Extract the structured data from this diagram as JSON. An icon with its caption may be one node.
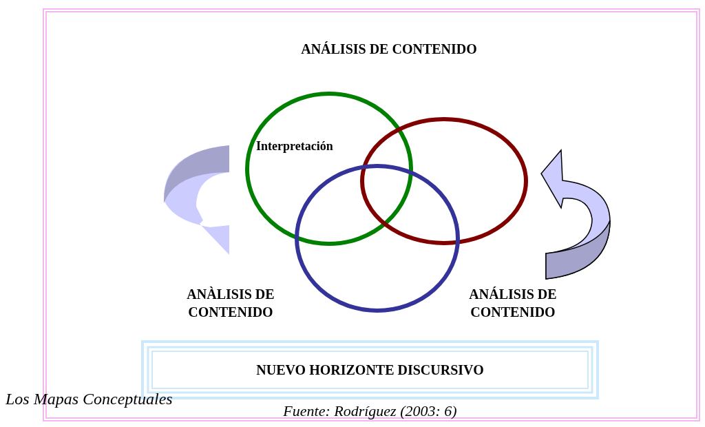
{
  "diagram": {
    "title": "ANÁLISIS DE CONTENIDO",
    "caption": "Fuente: Rodríguez (2003: 6)",
    "nodes": [
      {
        "text": [
          "Interpretación"
        ]
      },
      {
        "text": [],
        "shape": "circle"
      },
      {
        "text": [],
        "shape": "circle"
      },
      {
        "text": [
          "NUEVO HORIZONTE DISCURSIVO"
        ]
      }
    ],
    "edges": [],
    "labels": [
      "ANÀLISIS DE CONTENIDO",
      "ANÁLISIS DE CONTENIDO",
      "Los Mapas Conceptuales"
    ]
  }
}
